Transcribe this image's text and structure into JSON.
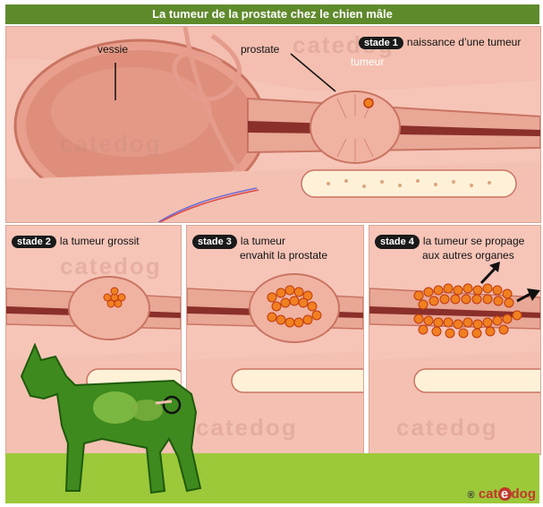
{
  "title": "La tumeur de la prostate chez le chien mâle",
  "stages": [
    {
      "badge": "stade 1",
      "text": "naissance d’une tumeur"
    },
    {
      "badge": "stade 2",
      "text": "la tumeur grossit"
    },
    {
      "badge": "stade 3",
      "line1": "la tumeur",
      "line2": "envahit la prostate"
    },
    {
      "badge": "stade 4",
      "line1": "la tumeur se propage",
      "line2": "aux autres organes"
    }
  ],
  "labels": {
    "bladder": "vessie",
    "prostate": "prostate",
    "tumor": "tumeur"
  },
  "watermark": "catedog",
  "brand": {
    "symbol": "®",
    "part1": "cat",
    "part2": "e",
    "part3": "dog"
  },
  "colors": {
    "title_bar": "#5f8a2c",
    "tissue": "#f2b7a8",
    "tissue_dark": "#c9655a",
    "tumor": "#f08020",
    "ground": "#9cc93a",
    "dog": "#3e8a1e"
  }
}
